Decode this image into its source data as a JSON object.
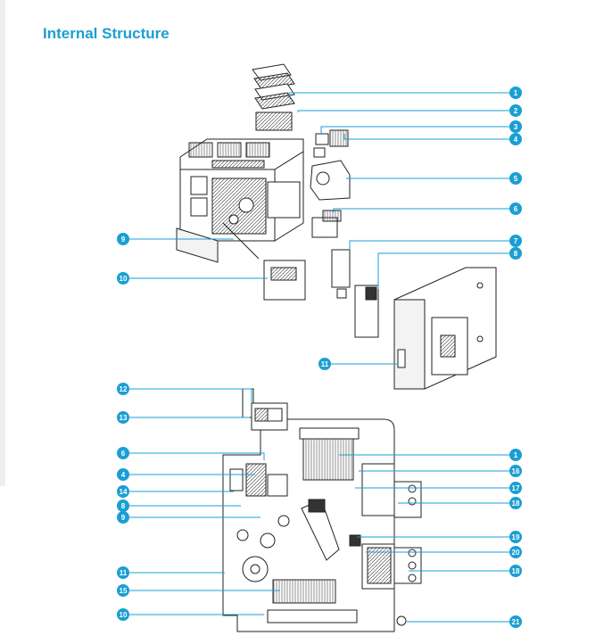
{
  "title": "Internal Structure",
  "colors": {
    "accent": "#1a9fd3",
    "line": "#1a9fd3",
    "drawing": "#222222"
  },
  "top_callouts": [
    "1",
    "2",
    "3",
    "4",
    "5",
    "6",
    "7",
    "8",
    "9",
    "10",
    "11"
  ],
  "bottom_callouts": [
    "12",
    "13",
    "6",
    "4",
    "14",
    "8",
    "9",
    "11",
    "15",
    "10",
    "1",
    "16",
    "17",
    "18",
    "19",
    "20",
    "18",
    "21"
  ]
}
